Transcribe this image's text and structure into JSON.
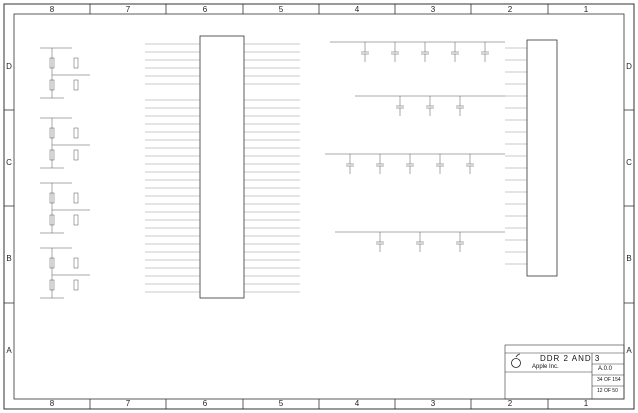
{
  "border": {
    "columns": [
      "8",
      "7",
      "6",
      "5",
      "4",
      "3",
      "2",
      "1"
    ],
    "rows": [
      "D",
      "C",
      "B",
      "A"
    ]
  },
  "title_block": {
    "title": "DDR 2 AND 3",
    "company": "Apple Inc.",
    "rev": "A.0.0",
    "sheet_a": "34 OF 154",
    "sheet_b": "12 OF 50"
  }
}
